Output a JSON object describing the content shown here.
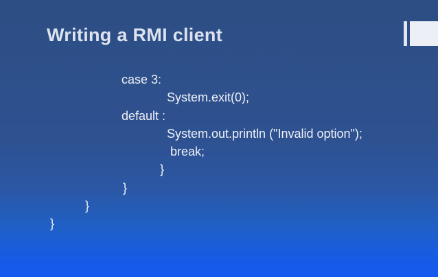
{
  "slide": {
    "title": "Writing a RMI client",
    "code": {
      "lines": [
        "case 3:",
        "System.exit(0);",
        "default :",
        "System.out.println (\"Invalid option\");",
        "break;",
        "}",
        "}",
        "}",
        "}"
      ]
    },
    "colors": {
      "bg_top": "#2d4e83",
      "bg_mid": "#2e5190",
      "bg_bottom": "#145af0",
      "title_text": "#dce3ef",
      "code_text": "#eef1f7",
      "accent": "#e2e7f0",
      "accent_light": "#eceff5"
    }
  }
}
